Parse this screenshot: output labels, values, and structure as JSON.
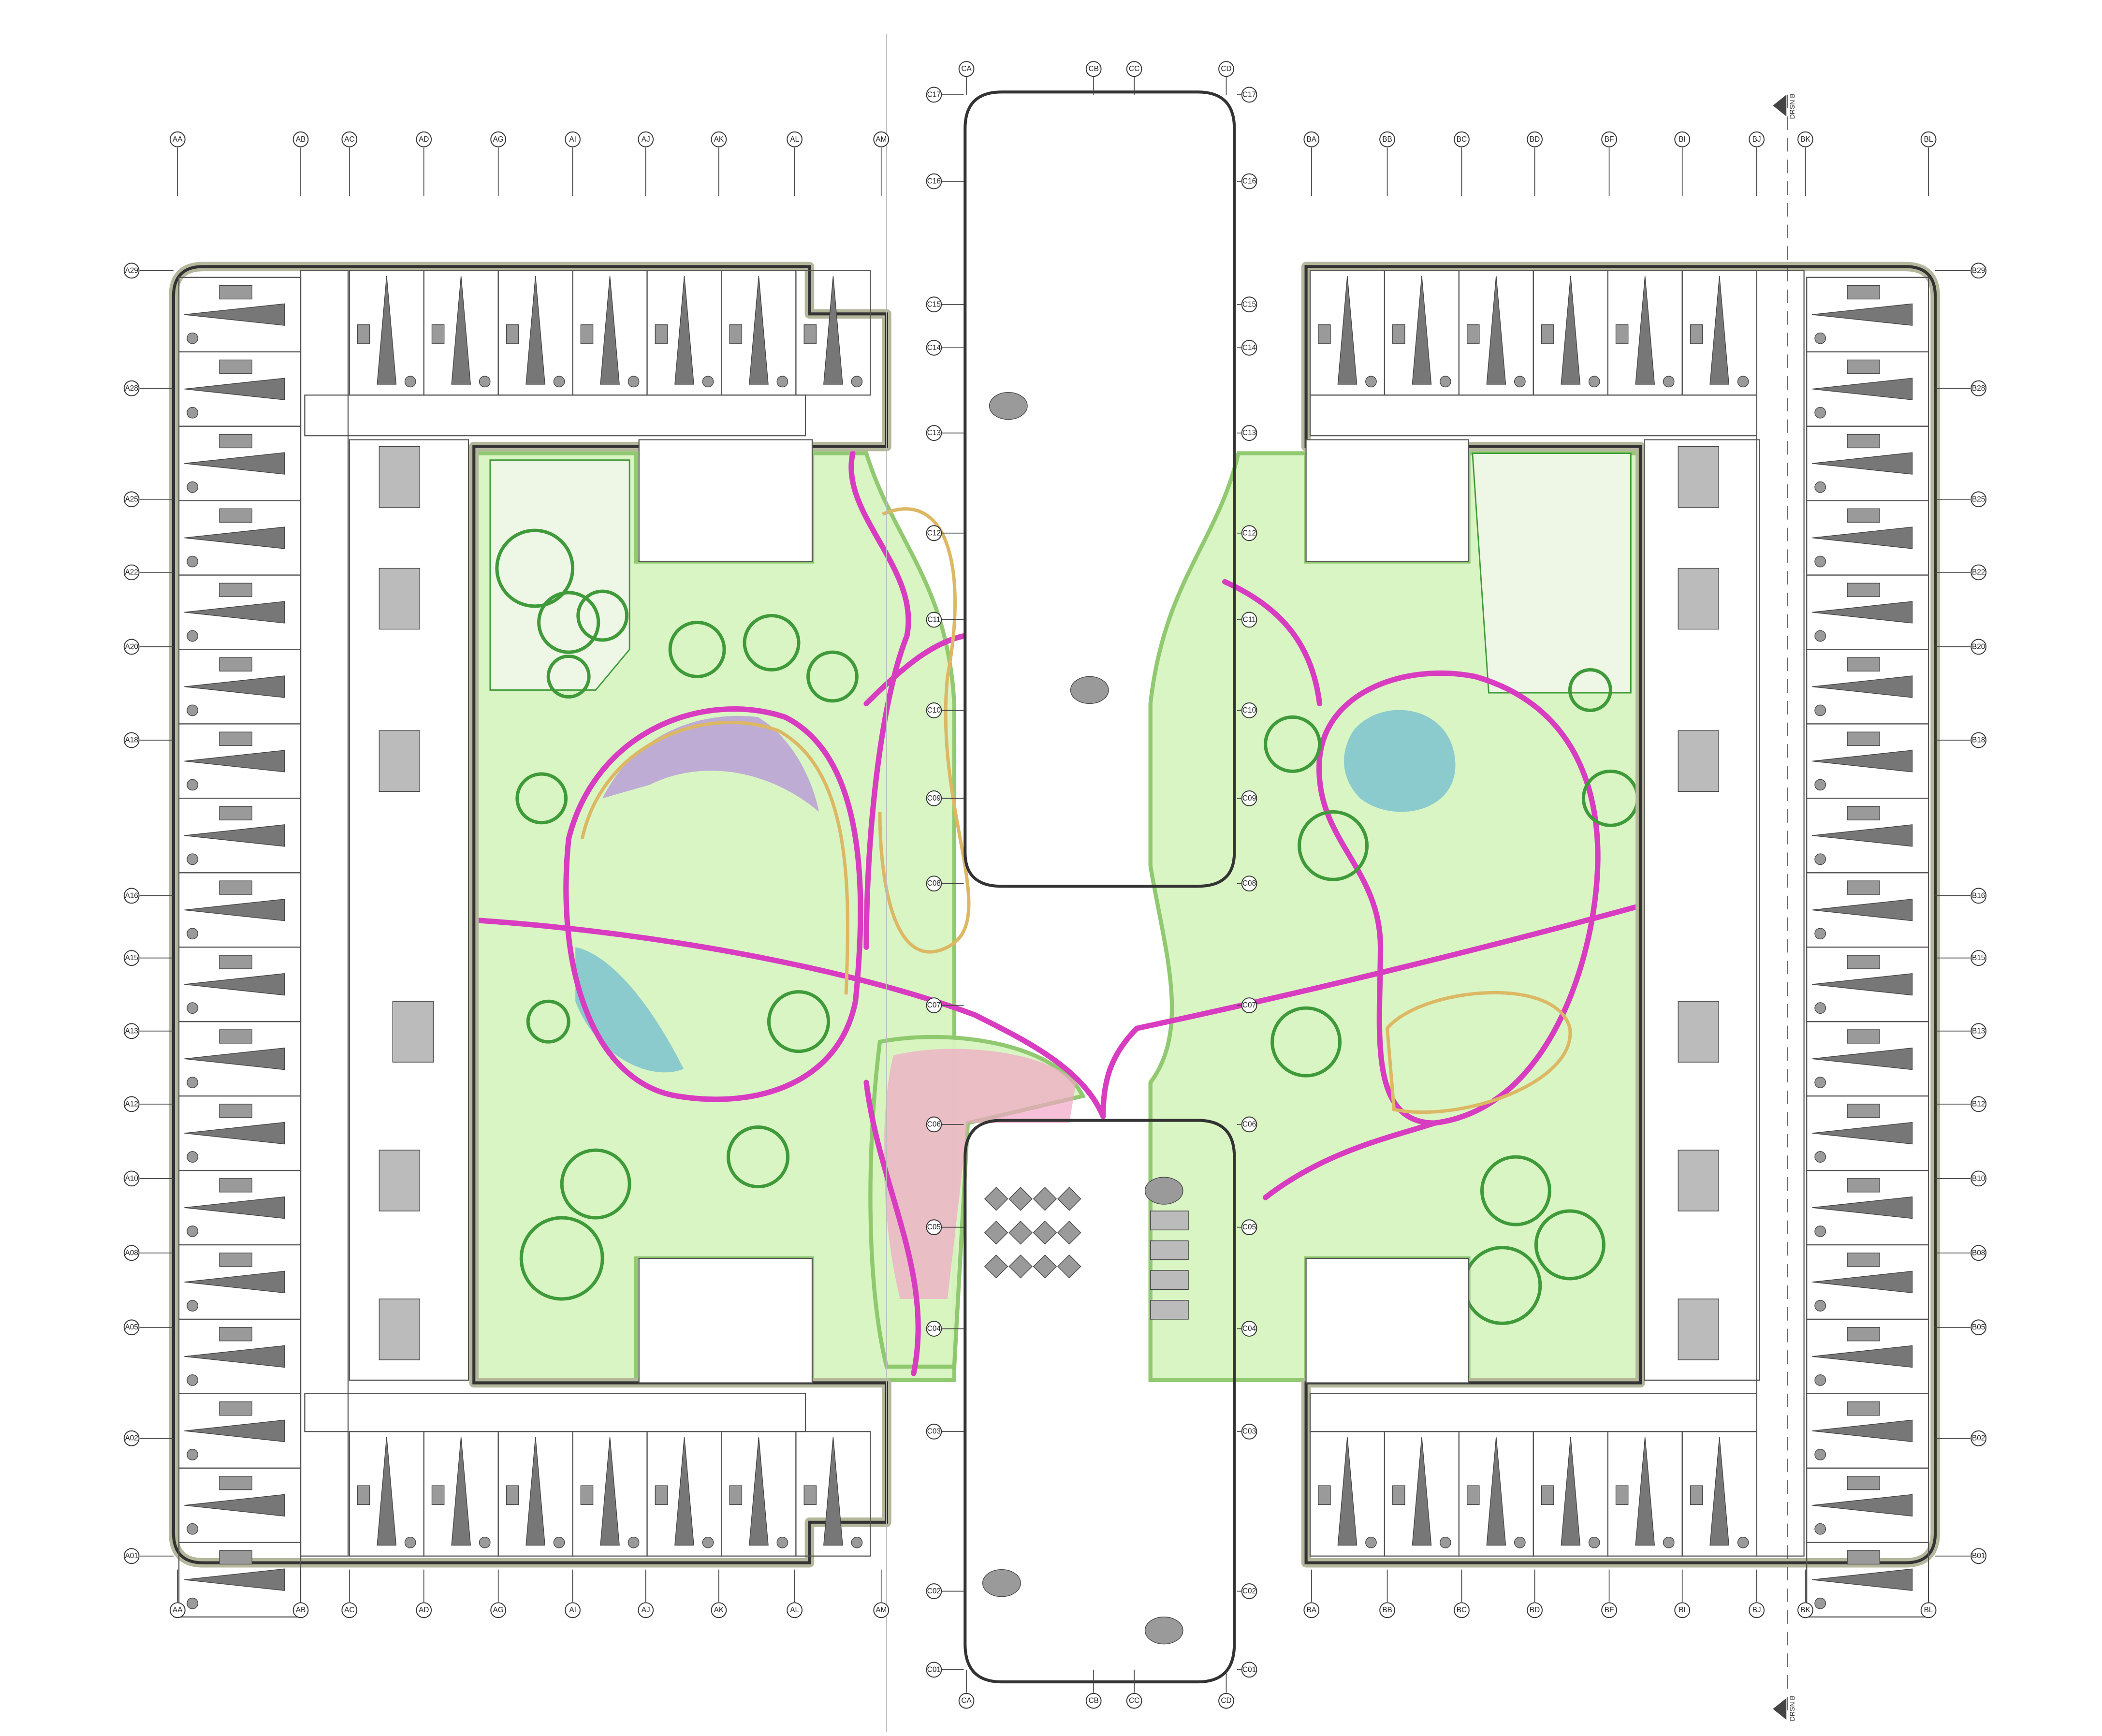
{
  "drawing": {
    "type": "architectural floor plan with landscape sketch overlay",
    "colors": {
      "facade": "#b4b79b",
      "lawn": "#d8f5c0",
      "lawn_edge": "#8cc76a",
      "main_path": "#d83cc0",
      "secondary_path": "#ddb864",
      "trees": "#3f9a3a",
      "water": "#7cc3cf",
      "flower_beds": "#f2a6c8",
      "planting_purple": "#b89ad8",
      "furniture": "#9a9a9a"
    },
    "section_markers": {
      "top": "DRSN B",
      "bottom": "DRSN B"
    }
  },
  "grid": {
    "columns_west": [
      "AA",
      "AB",
      "AC",
      "AD",
      "AG",
      "AI",
      "AJ",
      "AK",
      "AL",
      "AM"
    ],
    "columns_east": [
      "BA",
      "BB",
      "BC",
      "BD",
      "BF",
      "BI",
      "BJ",
      "BK",
      "BL"
    ],
    "columns_center": [
      "CA",
      "CB",
      "CC",
      "CD"
    ],
    "rows_west": [
      "A29",
      "A28",
      "A25",
      "A22",
      "A20",
      "A18",
      "A16",
      "A15",
      "A13",
      "A12",
      "A10",
      "A08",
      "A05",
      "A02",
      "A01"
    ],
    "rows_east": [
      "B29",
      "B28",
      "B25",
      "B22",
      "B20",
      "B18",
      "B16",
      "B15",
      "B13",
      "B12",
      "B10",
      "B08",
      "B05",
      "B02",
      "B01"
    ],
    "rows_center": [
      "C17",
      "C16",
      "C15",
      "C14",
      "C13",
      "C12",
      "C11",
      "C10",
      "C09",
      "C08",
      "C07",
      "C06",
      "C05",
      "C04",
      "C03",
      "C02",
      "C01"
    ]
  }
}
